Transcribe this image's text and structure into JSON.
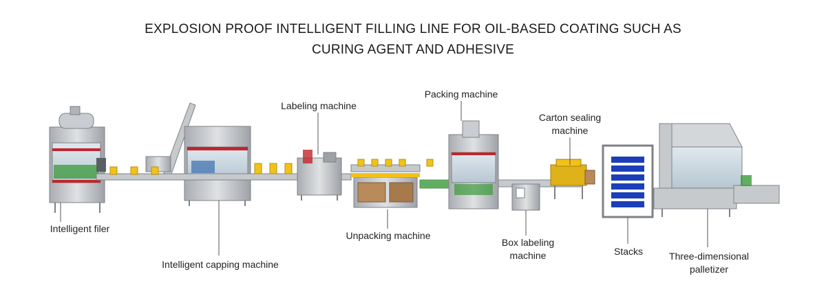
{
  "title": {
    "line1": "EXPLOSION PROOF INTELLIGENT FILLING LINE FOR OIL-BASED COATING SUCH AS",
    "line2": "CURING AGENT AND ADHESIVE"
  },
  "labels": {
    "intelligent_filer": "Intelligent filer",
    "intelligent_capping": "Intelligent capping machine",
    "labeling": "Labeling machine",
    "unpacking": "Unpacking machine",
    "packing": "Packing machine",
    "carton_sealing_1": "Carton sealing",
    "carton_sealing_2": "machine",
    "box_labeling_1": "Box labeling",
    "box_labeling_2": "machine",
    "stacks": "Stacks",
    "palletizer_1": "Three-dimensional",
    "palletizer_2": "palletizer"
  },
  "colors": {
    "steel": "#b9bcc0",
    "steel_dark": "#7d8186",
    "accent_red": "#c0262d",
    "bucket_yellow": "#f2c21a",
    "pallet_blue": "#1b3fb8",
    "conveyor_green": "#3a9a3a"
  }
}
